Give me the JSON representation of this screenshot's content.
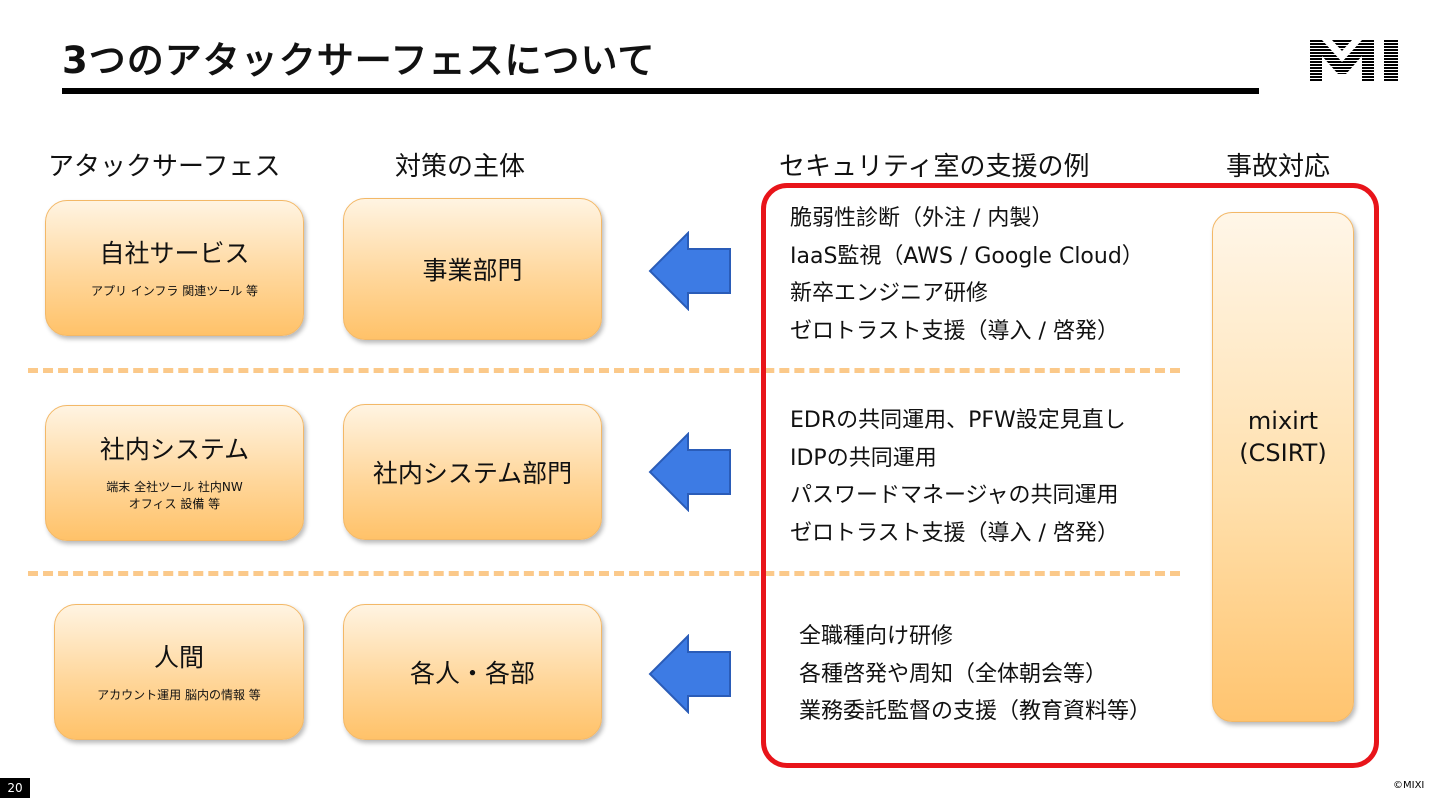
{
  "slide": {
    "title": "3つのアタックサーフェスについて",
    "page_number": "20",
    "copyright": "©MIXI",
    "logo_icon": "mixi-logo"
  },
  "columns": {
    "attack_surface": "アタックサーフェス",
    "owner": "対策の主体",
    "support": "セキュリティ室の支援の例",
    "incident": "事故対応"
  },
  "rows": [
    {
      "surface_title": "自社サービス",
      "surface_sub": "アプリ インフラ 関連ツール 等",
      "owner": "事業部門",
      "support_items": [
        "脆弱性診断（外注 / 内製）",
        "IaaS監視（AWS / Google Cloud）",
        "新卒エンジニア研修",
        "ゼロトラスト支援（導入 / 啓発）"
      ]
    },
    {
      "surface_title": "社内システム",
      "surface_sub": "端末 全社ツール 社内NW\nオフィス 設備 等",
      "owner": "社内システム部門",
      "support_items": [
        "EDRの共同運用、PFW設定見直し",
        "IDPの共同運用",
        "パスワードマネージャの共同運用",
        "ゼロトラスト支援（導入 / 啓発）"
      ]
    },
    {
      "surface_title": "人間",
      "surface_sub": "アカウント運用 脳内の情報 等",
      "owner": "各人・各部",
      "support_items": [
        "全職種向け研修",
        "各種啓発や周知（全体朝会等）",
        "業務委託監督の支援（教育資料等）"
      ]
    }
  ],
  "incident_response": {
    "label": "mixirt\n(CSIRT)"
  },
  "colors": {
    "box_border": "#f3b867",
    "box_fill": "#ffd79c",
    "arrow": "#3d7be4",
    "support_frame": "#e8141a",
    "divider": "#fbc98a"
  }
}
